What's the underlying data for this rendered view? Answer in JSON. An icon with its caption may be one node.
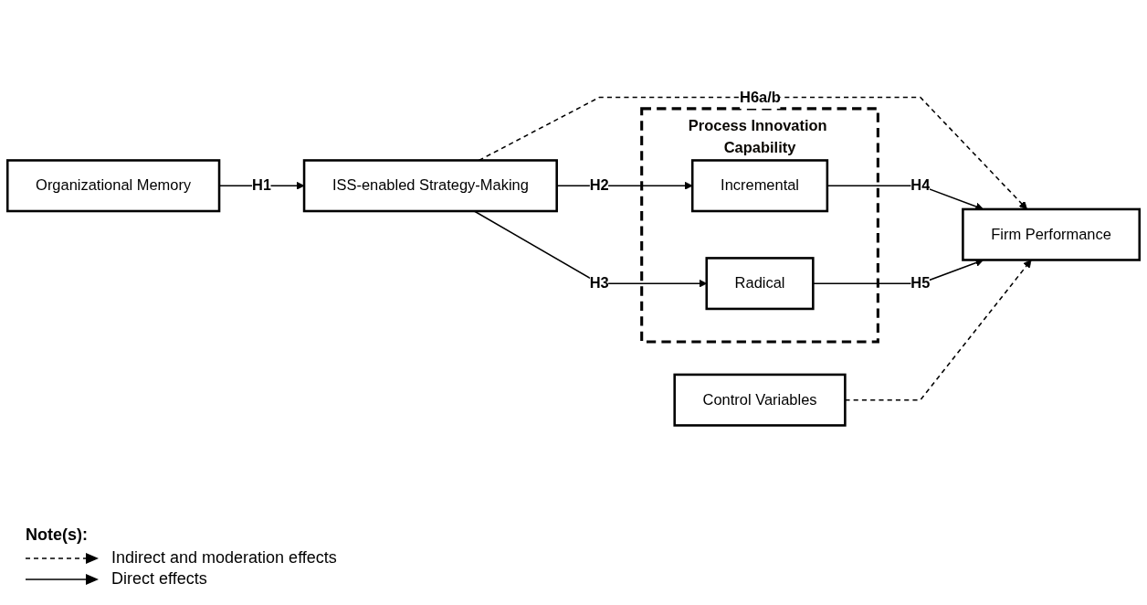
{
  "diagram": {
    "nodes": [
      {
        "text": [
          "Process Innovation Capability"
        ]
      },
      {
        "text": [
          "Incremental"
        ],
        "in": 0
      },
      {
        "text": [
          "Radical"
        ],
        "in": 0
      },
      {
        "text": [
          "Organizational Memory"
        ]
      },
      {
        "text": [
          "ISS-enabled Strategy-Making"
        ]
      },
      {
        "text": [
          "Control Variables"
        ]
      },
      {
        "text": [
          "Firm Performance"
        ]
      }
    ],
    "edges": [
      {
        "from": 3,
        "to": 4,
        "arrow": "to",
        "label": "H1"
      },
      {
        "from": 4,
        "to": 1,
        "arrow": "to",
        "label": "H2"
      },
      {
        "from": 4,
        "to": 6,
        "arrow": "to",
        "label": "H6a/b",
        "style": "dashed"
      },
      {
        "from": 4,
        "to": 2,
        "arrow": "to",
        "label": "H3"
      },
      {
        "from": 1,
        "to": 6,
        "arrow": "to",
        "label": "H4"
      },
      {
        "from": 2,
        "to": 6,
        "arrow": "to",
        "label": "H5"
      },
      {
        "from": 5,
        "to": 6,
        "arrow": "to",
        "style": "dashed"
      }
    ],
    "labels": [
      "Note(s):"
    ],
    "legend": [
      {
        "text": "Indirect and moderation effects"
      },
      {
        "text": "Direct effects"
      }
    ]
  }
}
